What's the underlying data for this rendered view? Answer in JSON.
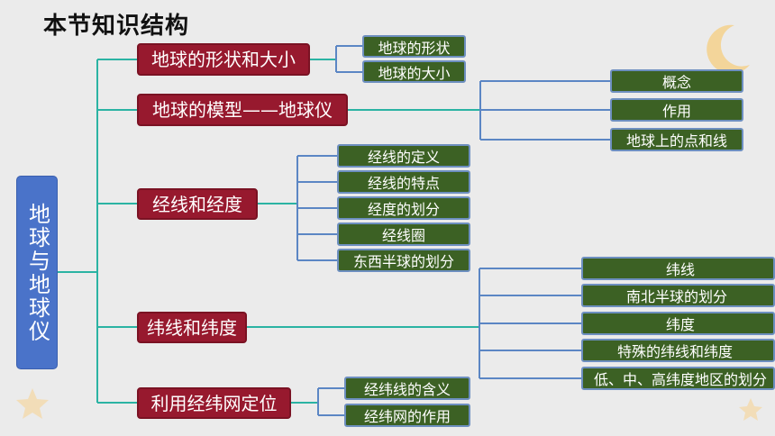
{
  "title": "本节知识结构",
  "root": {
    "label": "地球与地球仪"
  },
  "branches": [
    {
      "label": "地球的形状和大小",
      "children": [
        "地球的形状",
        "地球的大小"
      ]
    },
    {
      "label": "地球的模型——地球仪",
      "children": [
        "概念",
        "作用",
        "地球上的点和线"
      ]
    },
    {
      "label": "经线和经度",
      "children": [
        "经线的定义",
        "经线的特点",
        "经度的划分",
        "经线圈",
        "东西半球的划分"
      ]
    },
    {
      "label": "纬线和纬度",
      "children": [
        "纬线",
        "南北半球的划分",
        "纬度",
        "特殊的纬线和纬度",
        "低、中、高纬度地区的划分"
      ]
    },
    {
      "label": "利用经纬网定位",
      "children": [
        "经纬线的含义",
        "经纬网的作用"
      ]
    }
  ],
  "colors": {
    "root": "#4a73c9",
    "branch": "#97192e",
    "leaf": "#3c6124",
    "connector_teal": "#2bb3a3",
    "connector_blue": "#5b86c4",
    "background": "#ebebeb"
  },
  "decorations": [
    "moon-icon",
    "star-icon",
    "star-icon"
  ]
}
